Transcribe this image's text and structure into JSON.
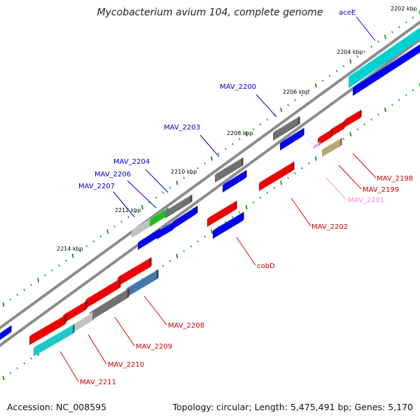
{
  "title": "Mycobacterium avium 104, complete genome",
  "accession": "Accession: NC_008595",
  "summary": "Topology: circular; Length: 5,475,491 bp; Genes: 5,170",
  "colors": {
    "backbone": "#8c8c8c",
    "tick": "#1e8a1e",
    "label_blue": "#0000cc",
    "label_red": "#cc0000",
    "label_pink": "#f08ccc",
    "leader_blue": "#0000cc",
    "leader_red": "#dd0000",
    "leader_pink": "#f0a0d0"
  },
  "kbp_ticks": [
    "2202 kbp",
    "2204 kbp",
    "2206 kbp",
    "2208 kbp",
    "2210 kbp",
    "2212 kbp",
    "2214 kbp"
  ],
  "genes_above": [
    {
      "name": "aceE",
      "color": "#0000cc"
    },
    {
      "name": "MAV_2200",
      "color": "#0000cc"
    },
    {
      "name": "MAV_2203",
      "color": "#0000cc"
    },
    {
      "name": "MAV_2204",
      "color": "#0000cc"
    },
    {
      "name": "MAV_2206",
      "color": "#0000cc"
    },
    {
      "name": "MAV_2207",
      "color": "#0000cc"
    }
  ],
  "genes_below": [
    {
      "name": "MAV_2198",
      "color": "#cc0000"
    },
    {
      "name": "MAV_2199",
      "color": "#cc0000"
    },
    {
      "name": "MAV_2201",
      "color": "#f08ccc"
    },
    {
      "name": "MAV_2202",
      "color": "#cc0000"
    },
    {
      "name": "cobD",
      "color": "#cc0000"
    },
    {
      "name": "MAV_2208",
      "color": "#cc0000"
    },
    {
      "name": "MAV_2209",
      "color": "#cc0000"
    },
    {
      "name": "MAV_2210",
      "color": "#cc0000"
    },
    {
      "name": "MAV_2211",
      "color": "#cc0000"
    }
  ]
}
